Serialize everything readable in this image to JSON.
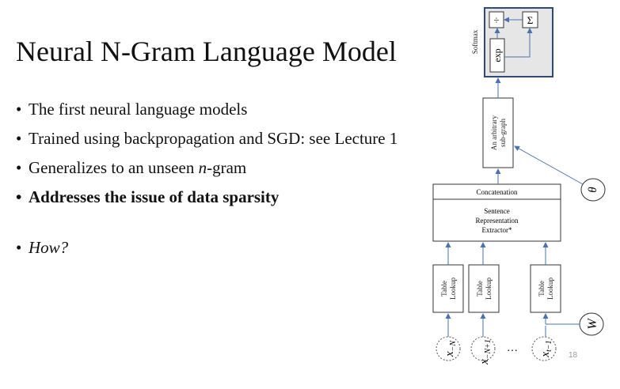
{
  "slide": {
    "title": "Neural N-Gram Language Model",
    "page_number": "18"
  },
  "bullets": [
    {
      "prefix": "The first neural language models",
      "italic": "",
      "suffix": ""
    },
    {
      "prefix": "Trained using backpropagation and SGD: see Lecture 1",
      "italic": "",
      "suffix": ""
    },
    {
      "prefix": "Generalizes to an unseen ",
      "italic": "n",
      "suffix": "-gram"
    },
    {
      "prefix": "Addresses the issue of data sparsity",
      "italic": "",
      "suffix": ""
    },
    {
      "prefix": "",
      "italic": "How?",
      "suffix": ""
    }
  ],
  "diagram": {
    "softmax_label": "Softmax",
    "exp_label": "exp",
    "divide_symbol": "÷",
    "sum_symbol": "Σ",
    "subgraph_label_line1": "An arbitrary",
    "subgraph_label_line2": "sub-graph",
    "theta_symbol": "θ",
    "concat_label": "Concatenation",
    "extractor_line1": "Sentence",
    "extractor_line2": "Representation",
    "extractor_line3": "Extractor*",
    "lookup_line1": "Table",
    "lookup_line2": "Lookup",
    "w_symbol": "W",
    "inputs": [
      {
        "base": "x",
        "sub": "−N"
      },
      {
        "base": "x",
        "sub": "−N+1"
      },
      {
        "base": "x",
        "sub": "t−1"
      }
    ],
    "ellipsis": "…"
  }
}
